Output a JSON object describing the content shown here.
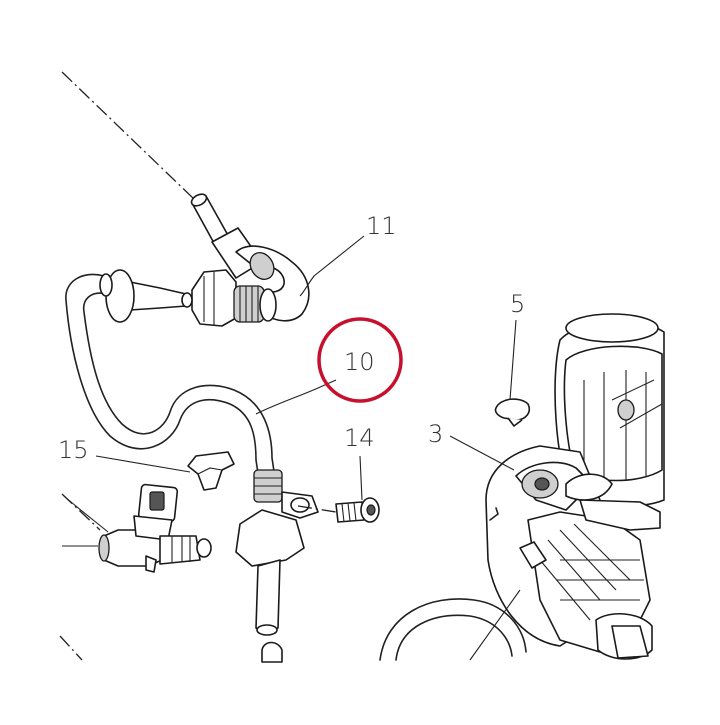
{
  "callouts": {
    "c11": "11",
    "c10": "10",
    "c5": "5",
    "c14": "14",
    "c15": "15",
    "c3": "3"
  },
  "colors": {
    "highlight": "#c8102e",
    "line": "#222222"
  }
}
